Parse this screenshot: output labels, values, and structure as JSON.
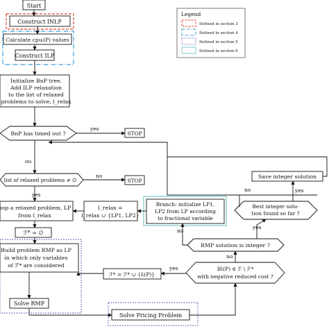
{
  "nodes": {
    "start": "Start",
    "construct_inlp": "Construct INLP",
    "calculate_cpu": "Calculate cpuᵢ(P) values",
    "construct_ilp": "Construct ILP",
    "init_bnp": [
      "Initialize BnP tree.",
      "Add ILP relaxation",
      "to the list of relaxed",
      "problems to solve, l_relax"
    ],
    "timed_out": "BnP has timed out ?",
    "stop_1": "STOP",
    "list_nonempty": "list of relaxed problems ≠ ∅",
    "stop_2": "STOP",
    "pop_relaxed": [
      "pop a relaxed problem, LP",
      "from l_relax"
    ],
    "l_relax_update": [
      "l_relax =",
      "l_relax ∪ {LP1, LP2}"
    ],
    "branch": [
      "Branch: initialize LP1,",
      "LP2 from LP according",
      "to fractional variable"
    ],
    "f_empty": "ℱ* = ∅",
    "build_rmp": [
      "Build problem RMP as LP",
      "in which only variables",
      "of ℱ* are considered"
    ],
    "solve_rmp": "Solve RMP",
    "solve_pricing": "Solve Pricing Problem",
    "f_update": "ℱ* = ℱ* ∪ {fᵢ(P)}",
    "exists_f": [
      "∃fᵢ(P) ∈ ℱ \\ ℱ*",
      "with negative reduced cost ?"
    ],
    "rmp_integer": "RMP solution is integer ?",
    "best_integer": [
      "Best integer solu-",
      "tion found so far ?"
    ],
    "save_integer": "Save integer solution"
  },
  "edge_labels": {
    "timed_yes": "yes",
    "timed_no": "ou",
    "list_no": "no",
    "list_yes": "yes",
    "int_no": "no",
    "best_no": "no",
    "best_yes": "yes",
    "int_yes": "yes",
    "exists_yes": "yes",
    "exists_no": "no"
  },
  "legend": {
    "title": "Legend",
    "items": [
      {
        "label": "Defined in section 3",
        "color": "#e0433a",
        "style": "dashed"
      },
      {
        "label": "Defined in section 4",
        "color": "#3b9ad9",
        "style": "dashdot"
      },
      {
        "label": "Defined in section 5",
        "color": "#6a4fb0",
        "style": "dotted"
      },
      {
        "label": "Defined in section 6",
        "color": "#7cc9c9",
        "style": "solid"
      }
    ]
  }
}
